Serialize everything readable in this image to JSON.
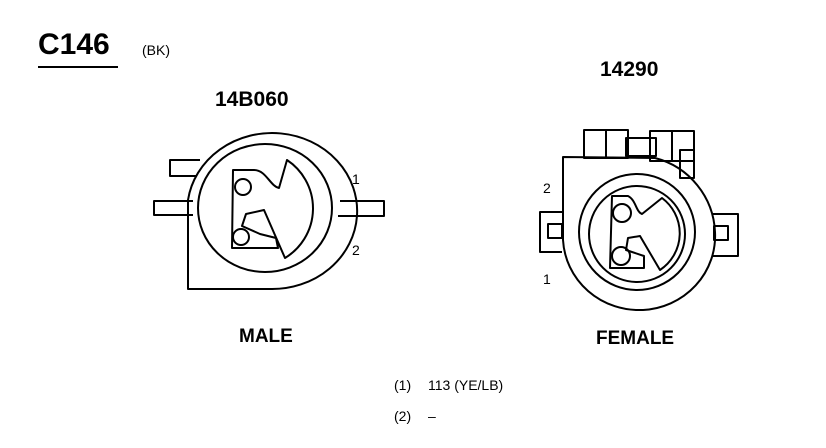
{
  "connector": {
    "id": "C146",
    "color": "(BK)"
  },
  "male": {
    "part_number": "14B060",
    "label": "MALE",
    "pin1": "1",
    "pin2": "2"
  },
  "female": {
    "part_number": "14290",
    "label": "FEMALE",
    "pin1": "1",
    "pin2": "2"
  },
  "legend": [
    {
      "num": "(1)",
      "value": "113 (YE/LB)"
    },
    {
      "num": "(2)",
      "value": "–"
    }
  ]
}
